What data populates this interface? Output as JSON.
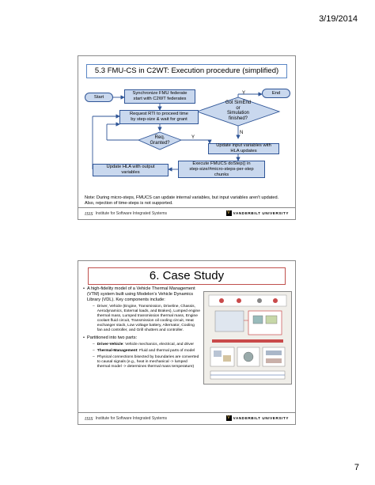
{
  "page": {
    "date": "3/19/2014",
    "number": "7"
  },
  "slide1": {
    "title": "5.3 FMU-CS in C2WT: Execution procedure (simplified)",
    "nodes": {
      "start": "Start",
      "sync": [
        "Synchronize FMU federate",
        "start with C2WT federates"
      ],
      "request": [
        "Request RTI to proceed time",
        "by step-size & wait for grant"
      ],
      "granted": [
        "Req.",
        "Granted?"
      ],
      "simend": [
        "Got SimEnd",
        "or",
        "Simulation",
        "finished?"
      ],
      "end": "End",
      "update_input": [
        "Update input variables with",
        "HLA updates"
      ],
      "execute": [
        "Execute FMUCS doStep() in",
        "step-size/#micro-steps-per-step",
        "chunks"
      ],
      "update_output": [
        "Update HLA with output",
        "variables"
      ]
    },
    "labels": {
      "yes1": "Y",
      "yes2": "Y",
      "no": "N"
    },
    "note": "Note: During micro-steps, FMUCS can update internal variables, but input variables aren't updated. Also, rejection of time-steps is not supported."
  },
  "slide2": {
    "title": "6. Case Study",
    "bullet1": "A high-fidelity model of a Vehicle Thermal Management (VTM) system built using Modelon's Vehicle Dynamics Library (VDL). Key components include:",
    "sub1": "Driver, Vehicle (Engine, Transmission, Driveline, Chassis, Aerodynamics, External loads, and Brakes), Lumped engine thermal mass, Lumped transmission thermal mass, Engine coolant fluid circuit, Transmission oil cooling circuit, Heat exchanger stack, Low voltage battery, Alternator, Cooling fan and controller, and Grill shutters and controller.",
    "bullet2": "Partitioned into two parts:",
    "sub2a_head": "Driver-Vehicle",
    "sub2a": ": Vehicle mechanics, electrical, and driver",
    "sub2b_head": "Thermal-Management",
    "sub2b": ": Fluid and thermal parts of model",
    "sub2c": "Physical connections bisected by boundaries are converted to causal signals (e.g., heat in mechanical -> lumped thermal model -> determines thermal mass temperature)"
  },
  "footer": {
    "institute": "Institute for Software Integrated Systems",
    "university": "VANDERBILT UNIVERSITY"
  }
}
